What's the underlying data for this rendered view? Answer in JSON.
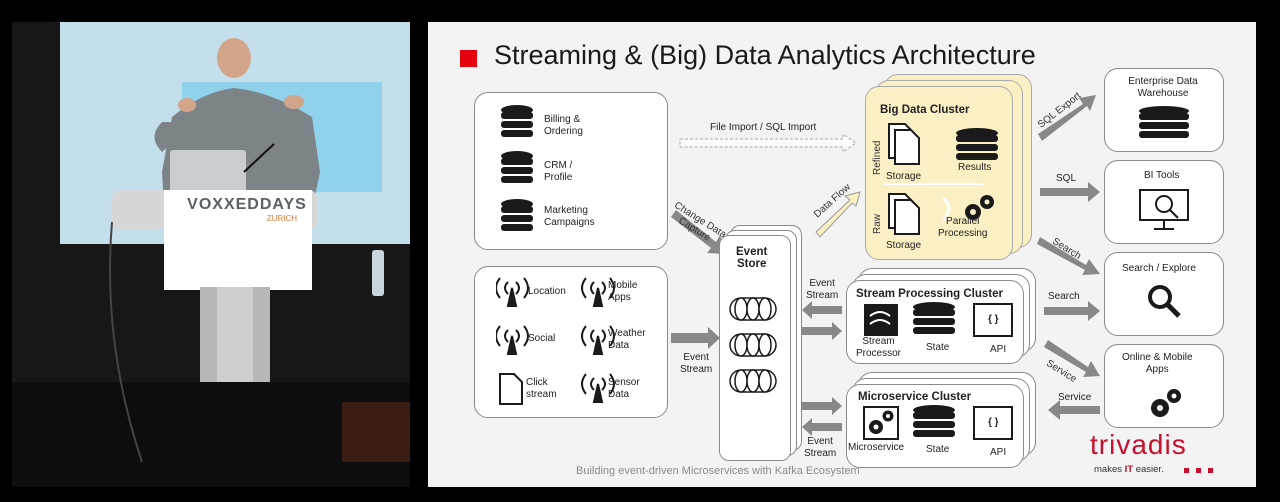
{
  "video": {
    "conference_logo": "VOXXEDDAYS",
    "conference_city": "ZURICH"
  },
  "slide": {
    "title": "Streaming & (Big) Data Analytics Architecture",
    "footer": "Building event-driven Microservices with Kafka Ecosystem",
    "sources": {
      "databases": [
        "Billing &\nOrdering",
        "CRM /\nProfile",
        "Marketing\nCampaigns"
      ],
      "sensors": [
        "Location",
        "Mobile\nApps",
        "Social",
        "Weather\nData",
        "Click\nstream",
        "Sensor\nData"
      ]
    },
    "flows": {
      "file_import": "File Import / SQL Import",
      "change_data_capture": "Change Data\nCapture",
      "data_flow": "Data Flow",
      "event_stream_in": "Event\nStream",
      "event_stream_spc": "Event\nStream",
      "event_stream_ms": "Event\nStream",
      "sql_export": "SQL Export",
      "sql": "SQL",
      "search_1": "Search",
      "search_2": "Search",
      "service_1": "Service",
      "service_2": "Service"
    },
    "event_store": "Event\nStore",
    "big_data": {
      "title": "Big Data Cluster",
      "refined": "Refined",
      "raw": "Raw",
      "storage_1": "Storage",
      "storage_2": "Storage",
      "results": "Results",
      "parallel": "Parallel\nProcessing"
    },
    "stream_cluster": {
      "title": "Stream Processing Cluster",
      "processor": "Stream\nProcessor",
      "state": "State",
      "api": "API",
      "api_glyph": "{ }"
    },
    "micro_cluster": {
      "title": "Microservice Cluster",
      "microservice": "Microservice",
      "state": "State",
      "api": "API",
      "api_glyph": "{ }"
    },
    "targets": {
      "edw": "Enterprise Data\nWarehouse",
      "bi": "BI Tools",
      "search": "Search / Explore",
      "apps": "Online & Mobile\nApps"
    },
    "brand": {
      "name": "trivadis",
      "tagline_pre": "makes ",
      "tagline_it": "IT",
      "tagline_post": " easier."
    },
    "colors": {
      "accent_red": "#e3000f",
      "cluster_yellow": "#fbf0c4",
      "arrow_gray": "#888888"
    }
  }
}
